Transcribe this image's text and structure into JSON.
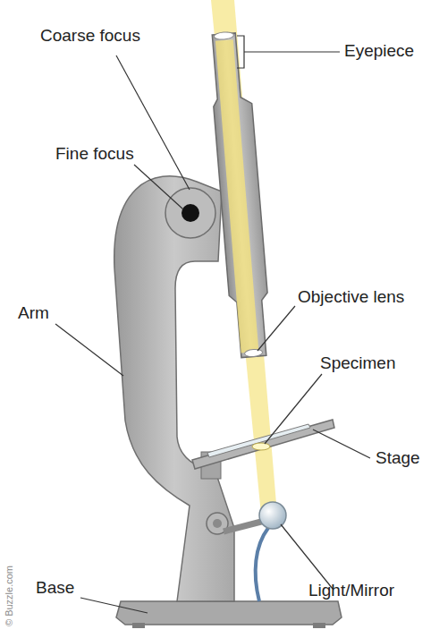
{
  "diagram": {
    "labels": [
      "Coarse focus",
      "Eyepiece",
      "Fine focus",
      "Objective lens",
      "Arm",
      "Specimen",
      "Stage",
      "Base",
      "Light/Mirror",
      "© Buzzle.com"
    ]
  }
}
